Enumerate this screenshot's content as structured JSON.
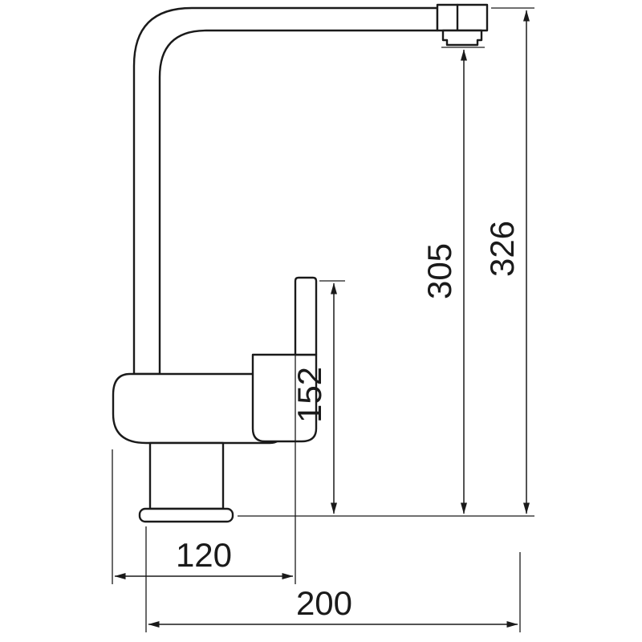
{
  "colors": {
    "line": "#1a1a1a",
    "background": "#ffffff"
  },
  "dimensions": {
    "overall_height": "326",
    "outlet_height": "305",
    "handle_height": "152",
    "body_offset_width": "120",
    "overall_width": "200"
  }
}
